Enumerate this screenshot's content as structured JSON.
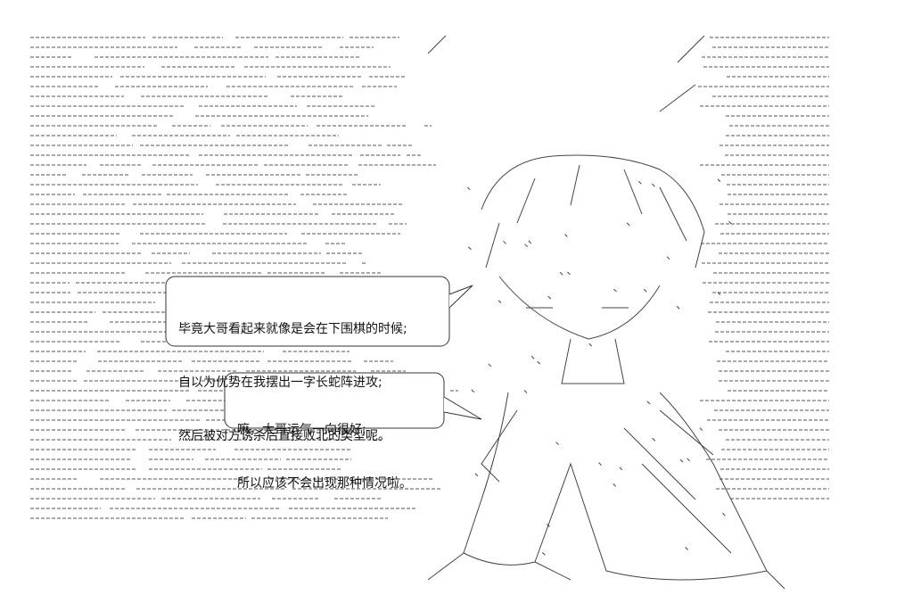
{
  "bubble_top": {
    "lines": [
      "毕竟大哥看起来就像是会在下围棋的时候;",
      "自以为优势在我摆出一字长蛇阵进攻;",
      "然后被对方诱杀后直接败北的类型呢。"
    ]
  },
  "bubble_bottom": {
    "lines": [
      "嘛，大哥运气一向很好;",
      "所以应该不会出现那种情况啦。"
    ]
  },
  "colors": {
    "ink": "#333333",
    "background": "#ffffff"
  }
}
